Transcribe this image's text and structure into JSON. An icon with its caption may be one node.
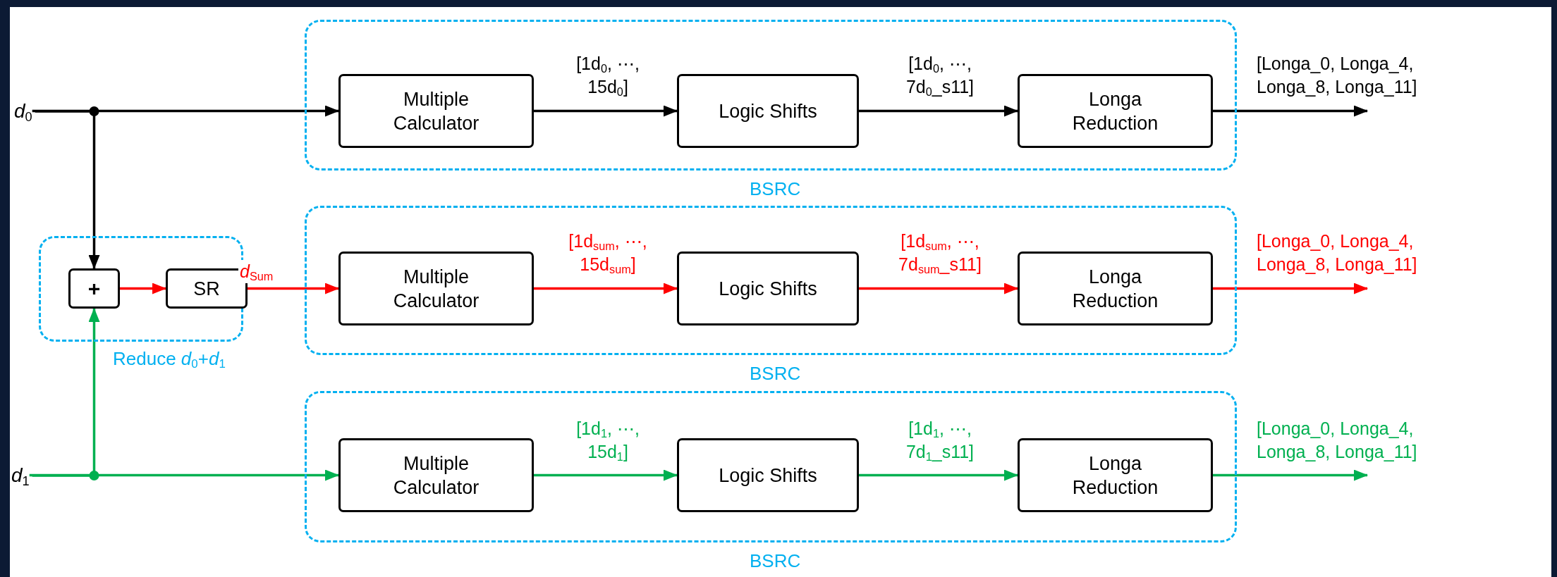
{
  "diagram": {
    "nodes": [
      {
        "text": [
          "BSRC"
        ]
      },
      {
        "text": [
          "Multiple Calculator"
        ],
        "in": 0
      },
      {
        "text": [
          "Logic Shifts"
        ],
        "in": 0
      },
      {
        "text": [
          "Longa Reduction"
        ],
        "in": 0
      },
      {
        "text": [
          "Reduce *d*$_{0}$+*d*$_{1}$"
        ]
      },
      {
        "text": [
          "+"
        ],
        "in": 4
      },
      {
        "text": [
          "SR"
        ],
        "in": 4
      },
      {
        "text": [
          "BSRC"
        ]
      },
      {
        "text": [
          "Multiple Calculator"
        ],
        "in": 7
      },
      {
        "text": [
          "Logic Shifts"
        ],
        "in": 7
      },
      {
        "text": [
          "Longa Reduction"
        ],
        "in": 7
      },
      {
        "text": [
          "BSRC"
        ]
      },
      {
        "text": [
          "Multiple Calculator"
        ],
        "in": 11
      },
      {
        "text": [
          "Logic Shifts"
        ],
        "in": 11
      },
      {
        "text": [
          "Longa Reduction"
        ],
        "in": 11
      },
      {
        "text": [
          "*d*$_{0}$"
        ]
      },
      {
        "text": [
          "*d*$_{1}$"
        ]
      }
    ],
    "edges": [
      {
        "from": 15,
        "to": 1,
        "arrow": "to"
      },
      {
        "from": 15,
        "to": 5,
        "arrow": "to"
      },
      {
        "from": 1,
        "to": 2,
        "arrow": "to",
        "label": "[1d$_{0}$, ⋯, 15d$_{0}$]"
      },
      {
        "from": 2,
        "to": 3,
        "arrow": "to",
        "label": "[1d$_{0}$, ⋯, 7d$_{0}$_s11]"
      },
      {
        "from": 3,
        "to": null,
        "arrow": "to",
        "label": "[Longa_0, Longa_4, Longa_8, Longa_11]"
      },
      {
        "from": 5,
        "to": 6,
        "arrow": "to",
        "color": "#ff0000"
      },
      {
        "from": 6,
        "to": 8,
        "arrow": "to",
        "color": "#ff0000",
        "label": "*d*$_{Sum}$"
      },
      {
        "from": 8,
        "to": 9,
        "arrow": "to",
        "color": "#ff0000",
        "label": "[1d$_{sum}$, ⋯, 15d$_{sum}$]"
      },
      {
        "from": 9,
        "to": 10,
        "arrow": "to",
        "color": "#ff0000",
        "label": "[1d$_{sum}$, ⋯, 7d$_{sum}$_s11]"
      },
      {
        "from": 10,
        "to": null,
        "arrow": "to",
        "color": "#ff0000",
        "label": "[Longa_0, Longa_4, Longa_8, Longa_11]"
      },
      {
        "from": 16,
        "to": 12,
        "arrow": "to",
        "color": "#00b050"
      },
      {
        "from": 16,
        "to": 5,
        "arrow": "to",
        "color": "#00b050"
      },
      {
        "from": 12,
        "to": 13,
        "arrow": "to",
        "color": "#00b050",
        "label": "[1d$_{1}$, ⋯, 15d$_{1}$]"
      },
      {
        "from": 13,
        "to": 14,
        "arrow": "to",
        "color": "#00b050",
        "label": "[1d$_{1}$, ⋯, 7d$_{1}$_s11]"
      },
      {
        "from": 14,
        "to": null,
        "arrow": "to",
        "color": "#00b050",
        "label": "[Longa_0, Longa_4, Longa_8, Longa_11]"
      }
    ]
  }
}
